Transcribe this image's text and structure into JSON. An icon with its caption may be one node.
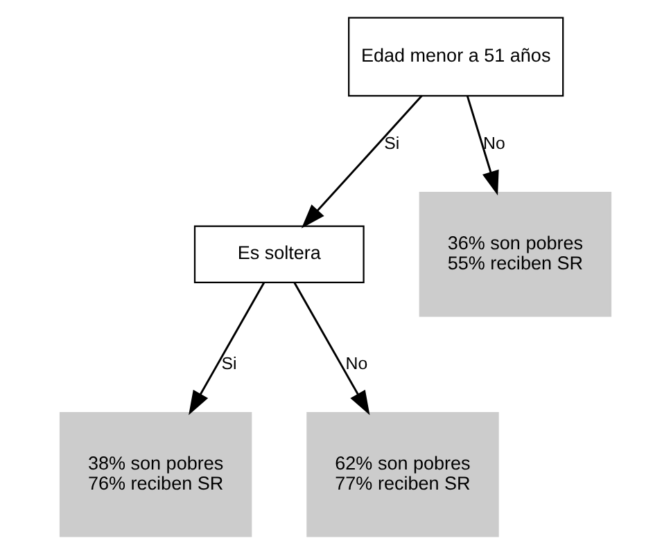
{
  "diagram": {
    "nodes": [
      {
        "text": [
          "Edad menor a 51 años"
        ]
      },
      {
        "text": [
          "Es soltera"
        ]
      },
      {
        "text": [
          "36% son pobres",
          "55% reciben SR"
        ]
      },
      {
        "text": [
          "38% son pobres",
          "76% reciben SR"
        ]
      },
      {
        "text": [
          "62% son pobres",
          "77% reciben SR"
        ]
      }
    ],
    "edges": [
      {
        "from": 0,
        "to": 1,
        "arrow": "to",
        "label": "Si"
      },
      {
        "from": 0,
        "to": 2,
        "arrow": "to",
        "label": "No"
      },
      {
        "from": 1,
        "to": 3,
        "arrow": "to",
        "label": "Si"
      },
      {
        "from": 1,
        "to": 4,
        "arrow": "to",
        "label": "No"
      }
    ]
  }
}
